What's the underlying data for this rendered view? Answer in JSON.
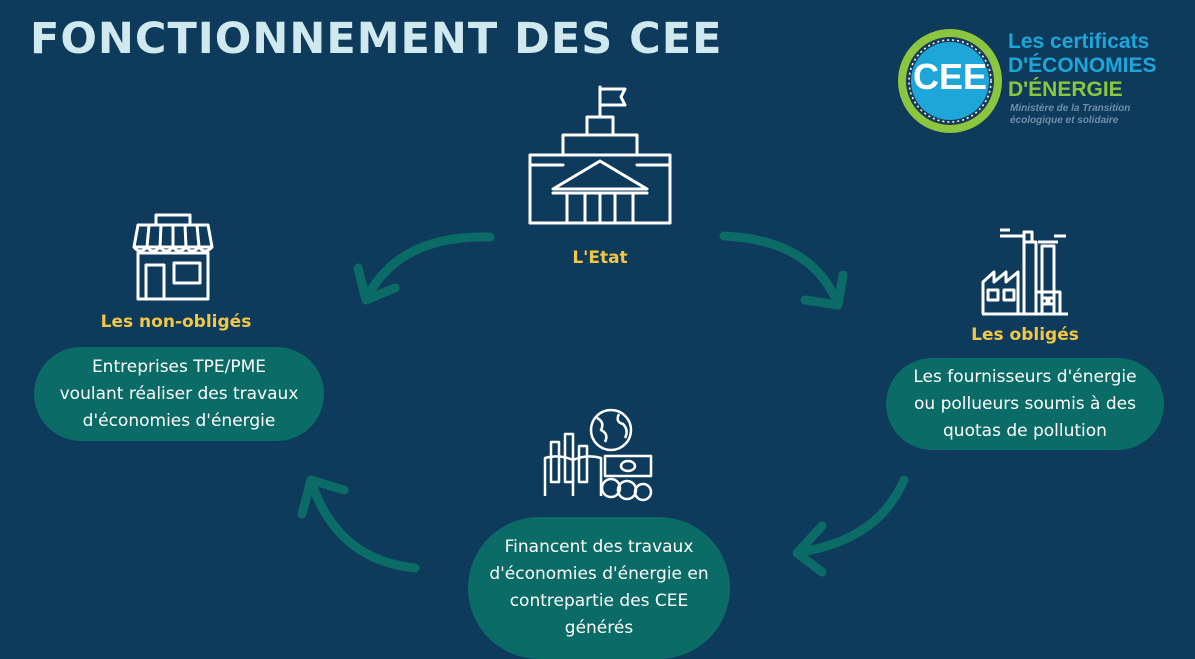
{
  "title": "FONCTIONNEMENT DES CEE",
  "logo": {
    "badge": "CEE",
    "line1": "Les certificats",
    "line2": "D'ÉCONOMIES",
    "line3": "D'ÉNERGIE",
    "line4": "Ministère de la Transition",
    "line5": "écologique et solidaire"
  },
  "nodes": {
    "etat": {
      "label": "L'Etat",
      "icon": "government-building-icon"
    },
    "non_obliges": {
      "label": "Les non-obligés",
      "icon": "shop-icon",
      "description": "Entreprises TPE/PME\nvoulant réaliser des travaux\nd'économies d'énergie"
    },
    "obliges": {
      "label": "Les obligés",
      "icon": "factory-icon",
      "description": "Les fournisseurs d'énergie\nou pollueurs soumis à des\nquotas de pollution"
    },
    "financement": {
      "icon": "finance-icon",
      "description": "Financent des travaux\nd'économies d'énergie en\ncontrepartie des CEE\ngénérés"
    }
  },
  "colors": {
    "background": "#0e3a5c",
    "title": "#cfe9ee",
    "label": "#f2c744",
    "pill": "#0b6b66",
    "arrow": "#0b6b66",
    "logo_green": "#8cc63f",
    "logo_blue": "#1ea6d9"
  }
}
